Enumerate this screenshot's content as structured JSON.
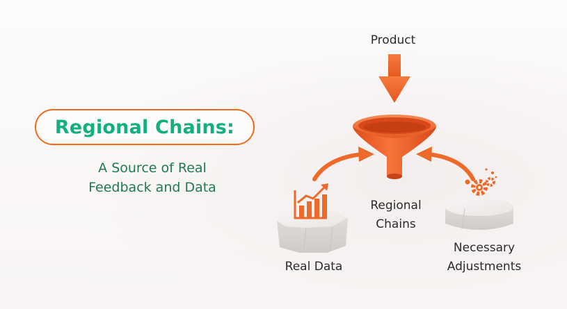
{
  "headline": {
    "title": "Regional Chains:",
    "subtitle_line1": "A Source of Real",
    "subtitle_line2": "Feedback and Data"
  },
  "diagram": {
    "top_label": "Product",
    "center_label_line1": "Regional",
    "center_label_line2": "Chains",
    "left_label": "Real Data",
    "right_label_line1": "Necessary",
    "right_label_line2": "Adjustments"
  },
  "colors": {
    "accent_orange": "#f06a1e",
    "title_green": "#12b07f",
    "subtitle_green": "#1f7a52",
    "funnel_orange": "#f2642a",
    "pedestal_gray": "#e6e3e1"
  },
  "icons": [
    "down-arrow-icon",
    "funnel-icon",
    "bar-chart-growth-icon",
    "gears-icon",
    "curved-arrow-icon"
  ]
}
